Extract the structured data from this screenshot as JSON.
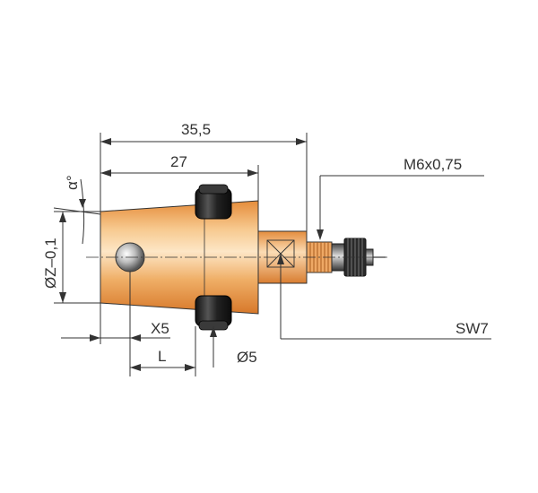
{
  "diagram": {
    "dimensions": {
      "overall_length": "35,5",
      "body_length": "27",
      "thread": "M6x0,75",
      "angle": "α°",
      "diameter": "ØZ–0,1",
      "offset_x": "X5",
      "length_l": "L",
      "hole_diameter": "Ø5",
      "wrench_size": "SW7"
    },
    "colors": {
      "body": "#e89a4e",
      "body_light": "#fbe3c2",
      "outline": "#333333",
      "rubber": "#1c1c1c",
      "background": "#ffffff"
    }
  }
}
